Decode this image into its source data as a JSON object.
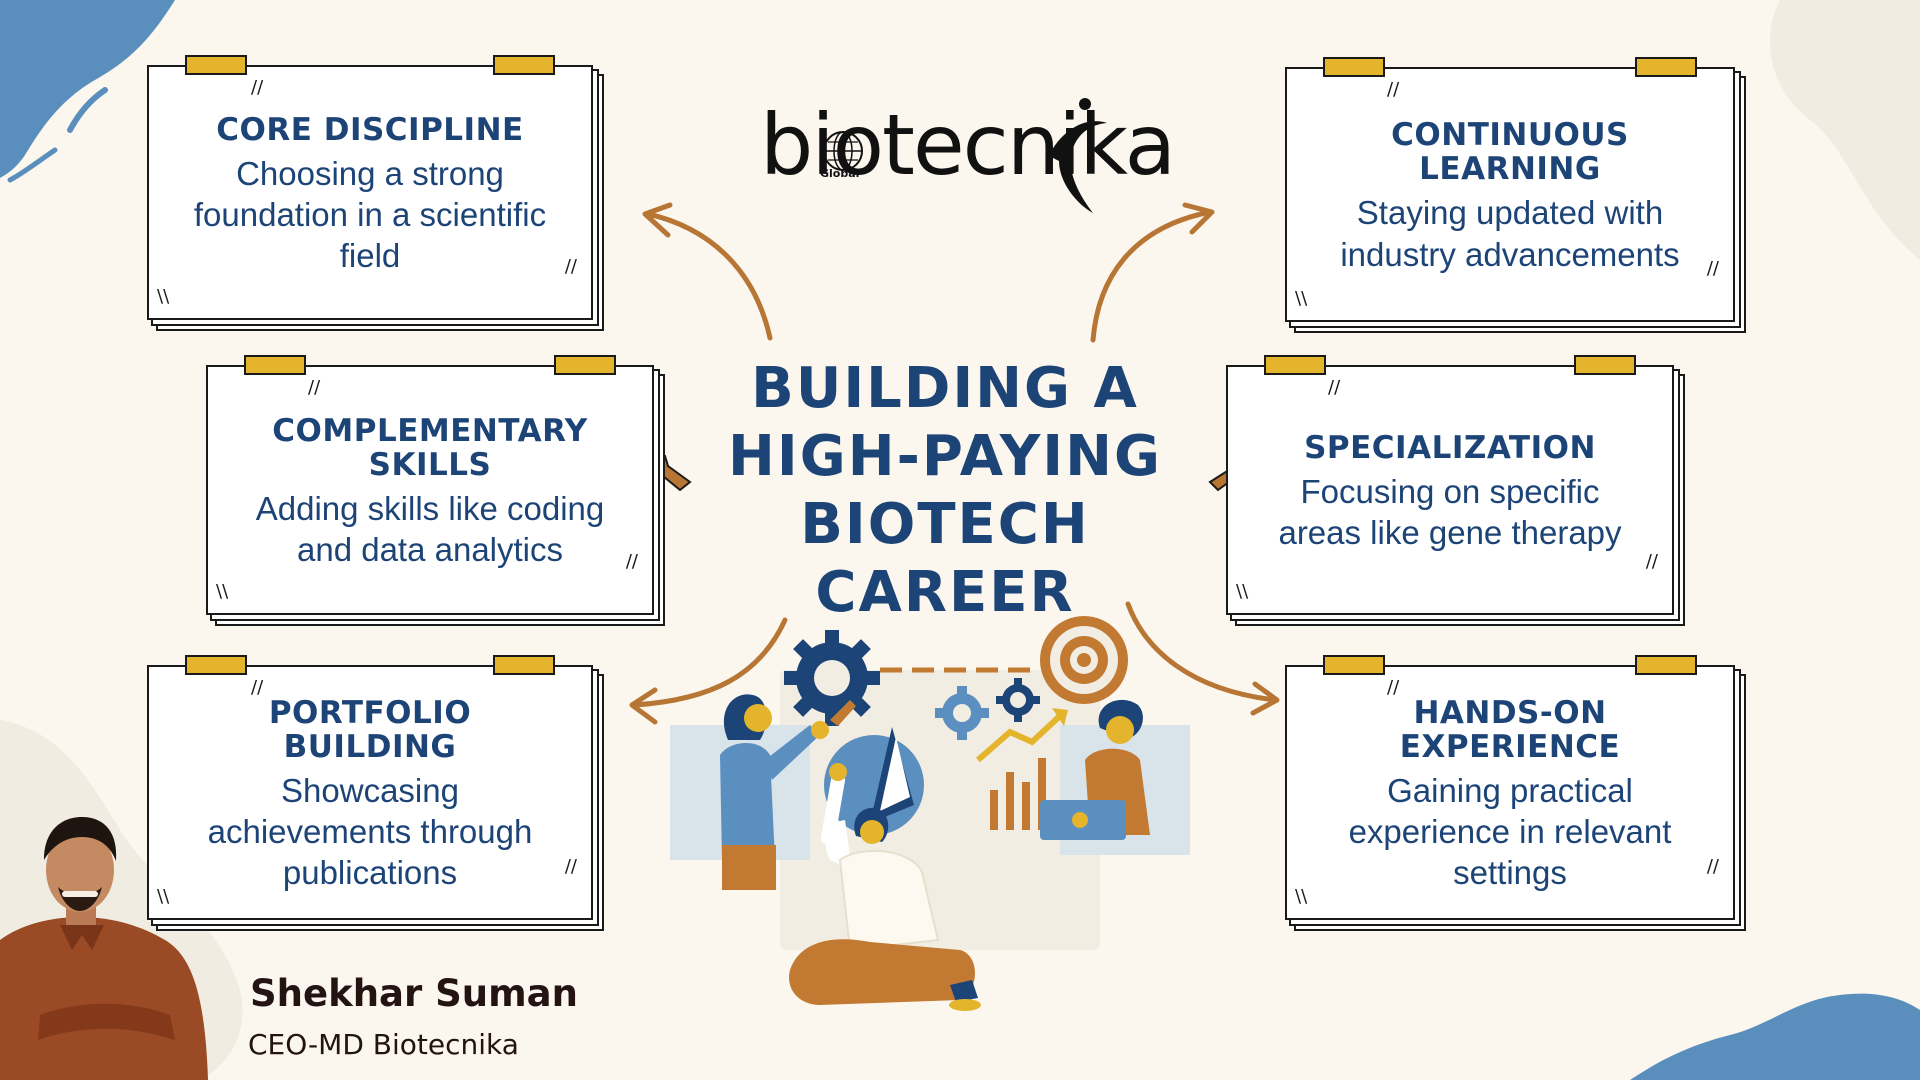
{
  "logo": {
    "brand_text": "biotecnika",
    "subtext": "Global",
    "mark_icon": "globe-icon"
  },
  "center_title": "BUILDING A HIGH-PAYING BIOTECH CAREER",
  "cards": {
    "core_discipline": {
      "title": "CORE DISCIPLINE",
      "description": "Choosing a strong foundation in a scientific field"
    },
    "continuous_learning": {
      "title": "CONTINUOUS LEARNING",
      "description": "Staying updated with industry advancements"
    },
    "complementary_skills": {
      "title": "COMPLEMENTARY SKILLS",
      "description": "Adding skills like coding and data analytics"
    },
    "specialization": {
      "title": "SPECIALIZATION",
      "description": "Focusing on specific areas like gene therapy"
    },
    "portfolio_building": {
      "title": "PORTFOLIO BUILDING",
      "description": "Showcasing achievements through publications"
    },
    "hands_on_experience": {
      "title": "HANDS-ON EXPERIENCE",
      "description": "Gaining practical experience in relevant settings"
    }
  },
  "presenter": {
    "name": "Shekhar Suman",
    "role": "CEO-MD Biotecnika"
  },
  "colors": {
    "background": "#fbf7ee",
    "title_blue": "#1d4477",
    "arrow_brown": "#b87634",
    "tape_yellow": "#e4b42c",
    "blob_blue": "#5a8fbd",
    "illustration_blue": "#5b8fbf",
    "illustration_navy": "#1d4477",
    "illustration_orange": "#c27a33"
  }
}
